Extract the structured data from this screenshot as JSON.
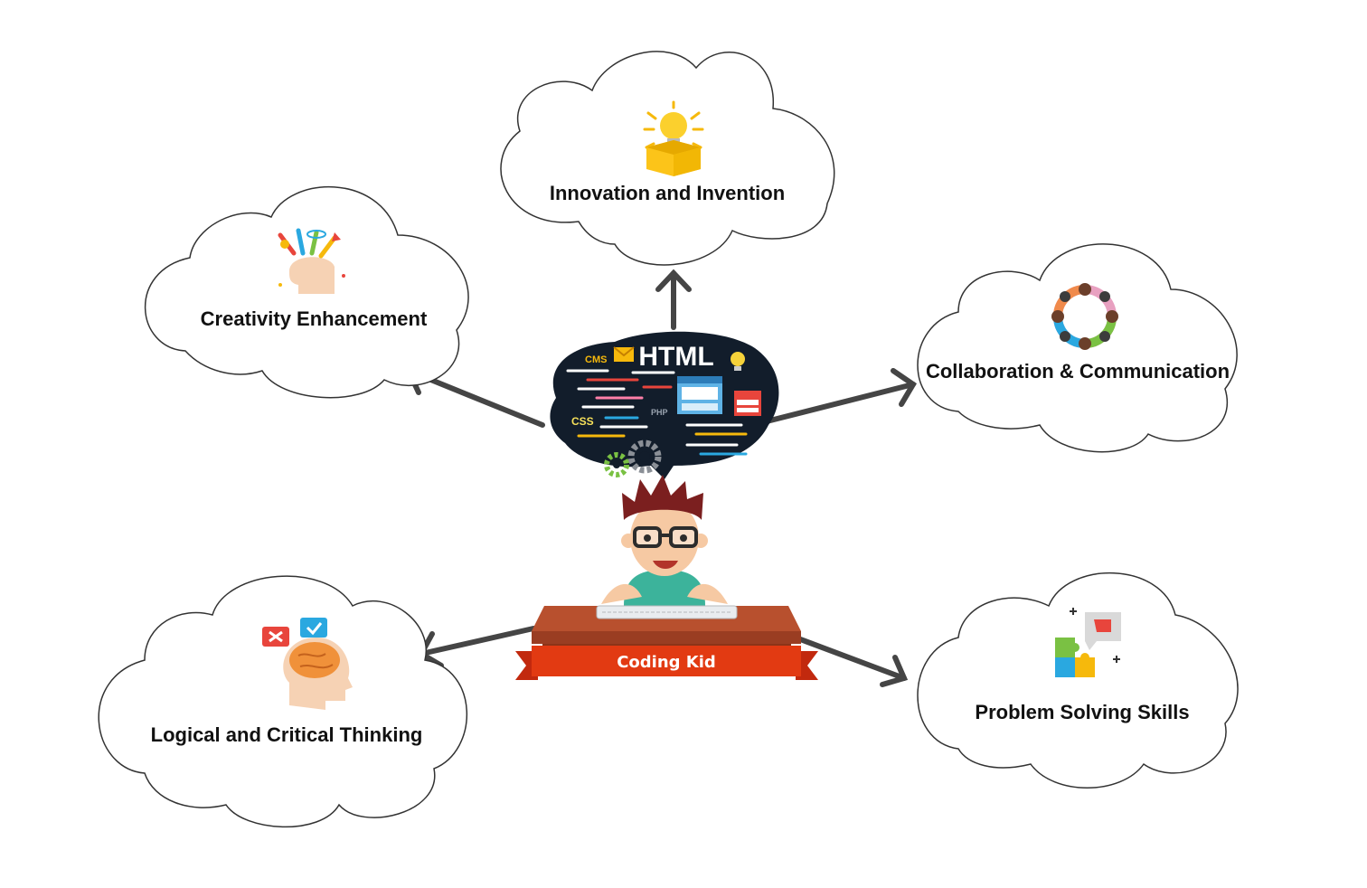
{
  "center": {
    "bubble_title": "HTML",
    "bubble_tags": [
      "CMS",
      "CSS",
      "PHP"
    ],
    "banner_label": "Coding Kid"
  },
  "clouds": [
    {
      "id": "innovation",
      "label": "Innovation and Invention",
      "icon": "lightbulb-box-icon"
    },
    {
      "id": "creativity",
      "label": "Creativity Enhancement",
      "icon": "creative-mind-icon"
    },
    {
      "id": "collaboration",
      "label": "Collaboration & Communication",
      "icon": "team-circle-icon"
    },
    {
      "id": "logic",
      "label": "Logical and Critical Thinking",
      "icon": "brain-decision-icon"
    },
    {
      "id": "problem",
      "label": "Problem Solving Skills",
      "icon": "puzzle-icon"
    }
  ],
  "colors": {
    "arrow": "#454545",
    "cloud_stroke": "#333333",
    "bubble": "#121d2b",
    "banner": "#e23a12",
    "desk": "#b8502e"
  }
}
